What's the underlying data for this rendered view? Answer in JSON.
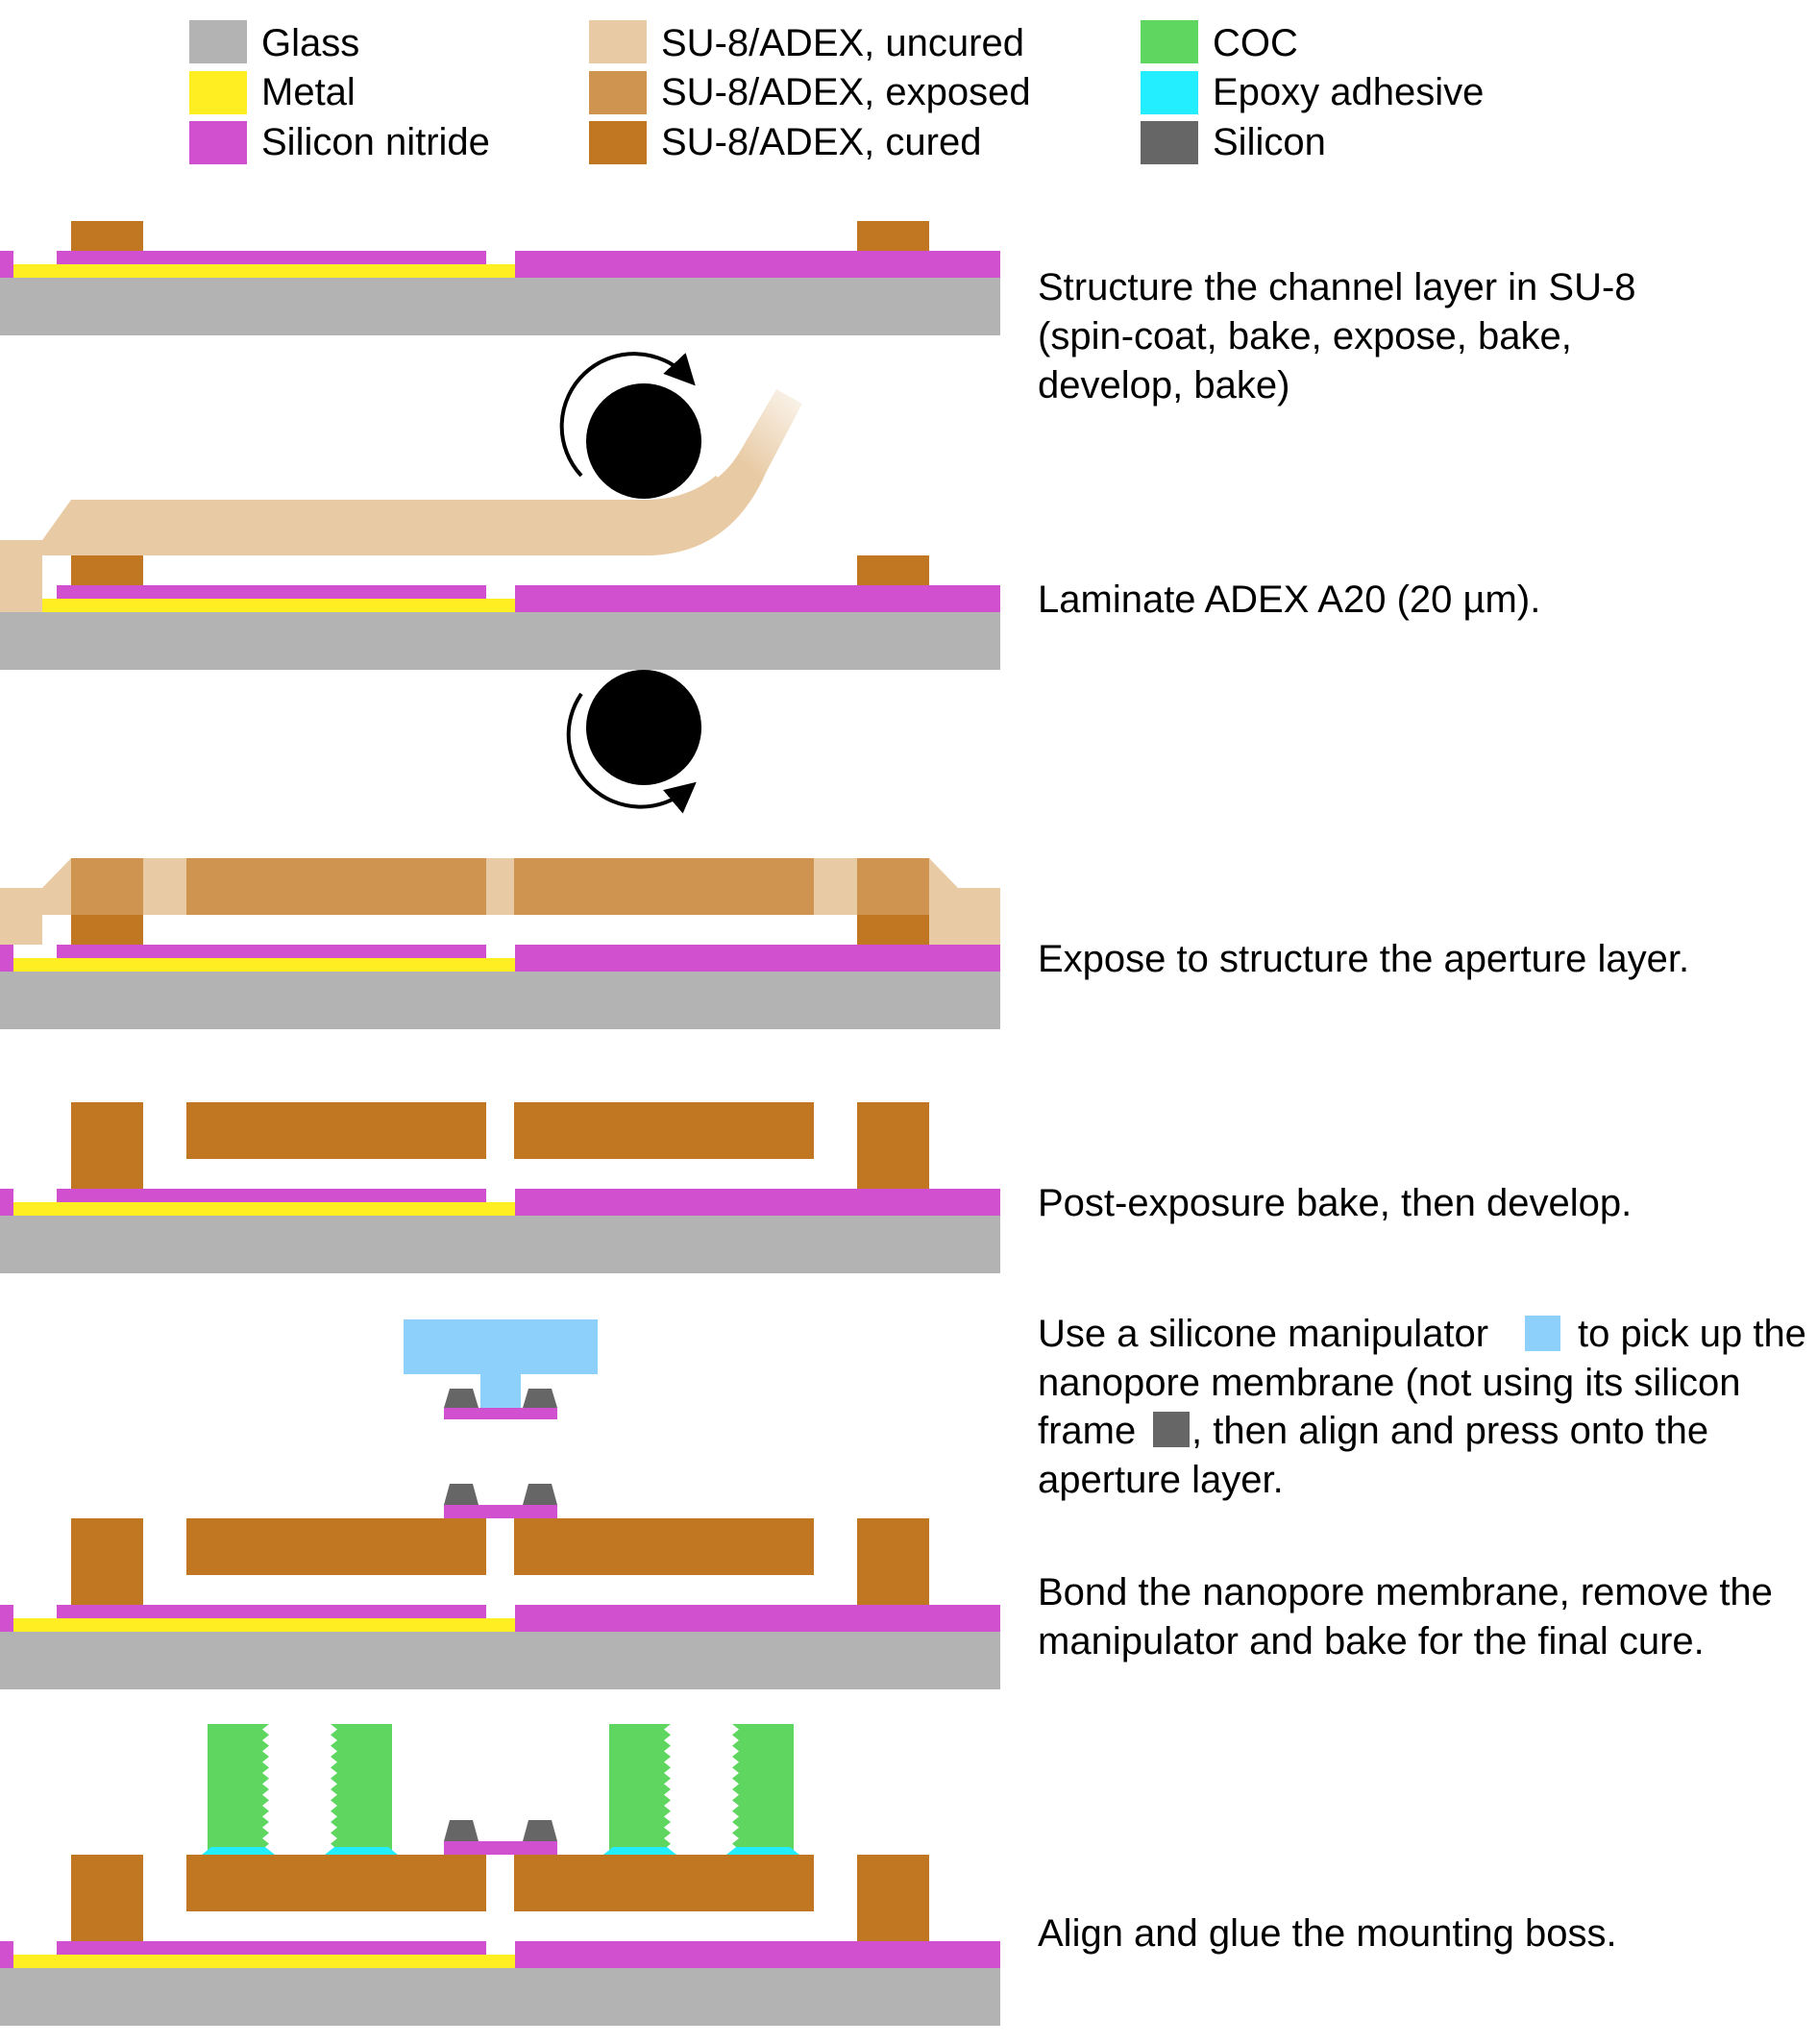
{
  "colors": {
    "glass": "#b3b3b3",
    "metal": "#ffee22",
    "silicon_nitride": "#d150cf",
    "su8_uncured": "#e8cba5",
    "su8_exposed": "#cf9450",
    "su8_cured": "#c17721",
    "coc": "#5fd65f",
    "epoxy": "#22eeff",
    "silicon": "#666666",
    "manipulator": "#8dd0fc",
    "roller": "#000000"
  },
  "legend": [
    {
      "label": "Glass",
      "color_key": "glass"
    },
    {
      "label": "Metal",
      "color_key": "metal"
    },
    {
      "label": "Silicon nitride",
      "color_key": "silicon_nitride"
    },
    {
      "label": "SU-8/ADEX, uncured",
      "color_key": "su8_uncured"
    },
    {
      "label": "SU-8/ADEX, exposed",
      "color_key": "su8_exposed"
    },
    {
      "label": "SU-8/ADEX, cured",
      "color_key": "su8_cured"
    },
    {
      "label": "COC",
      "color_key": "coc"
    },
    {
      "label": "Epoxy adhesive",
      "color_key": "epoxy"
    },
    {
      "label": "Silicon",
      "color_key": "silicon"
    }
  ],
  "steps": {
    "s1": [
      "Structure the channel layer in SU-8",
      "(spin-coat, bake, expose, bake,",
      "develop, bake)"
    ],
    "s2": [
      "Laminate ADEX A20 (20 µm)."
    ],
    "s3": [
      "Expose to structure the aperture layer."
    ],
    "s4": [
      "Post-exposure bake, then develop."
    ],
    "s5": {
      "line1_before": "Use a silicone manipulator",
      "line1_after": "to pick up the",
      "line2": "nanopore membrane (not using its silicon",
      "line3_before": "frame",
      "line3_after": ", then align and press onto the",
      "line4": "aperture layer."
    },
    "s6": [
      "Bond the nanopore membrane, remove the",
      "manipulator and bake for the final cure."
    ],
    "s7": [
      "Align and glue the mounting boss."
    ]
  }
}
